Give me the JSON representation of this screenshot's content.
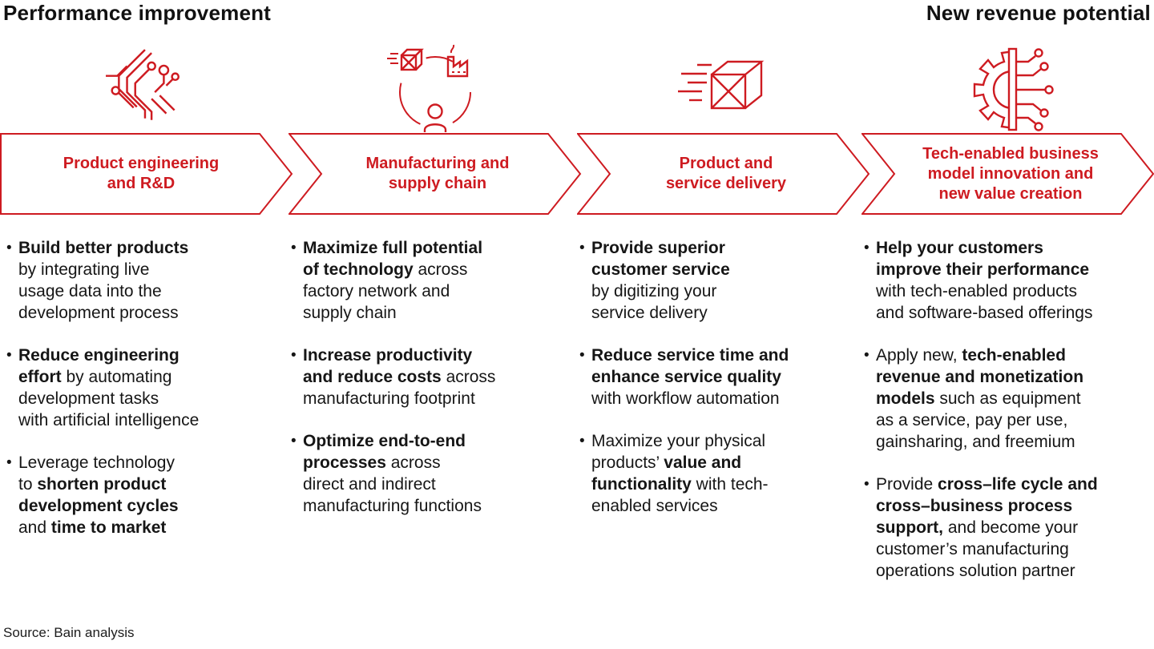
{
  "headers": {
    "left": "Performance improvement",
    "right": "New revenue potential"
  },
  "source": "Source: Bain analysis",
  "colors": {
    "accent_red": "#ce1b21",
    "text": "#161616",
    "background": "#ffffff"
  },
  "stages": [
    {
      "icon": "circuit-board-icon",
      "label": "Product engineering\nand R&D",
      "bullets": [
        [
          {
            "t": "Build better products",
            "b": true
          },
          {
            "t": "\nby integrating live\nusage data into the\ndevelopment process",
            "b": false
          }
        ],
        [
          {
            "t": "Reduce engineering\neffort",
            "b": true
          },
          {
            "t": " by automating\ndevelopment tasks\nwith artificial intelligence",
            "b": false
          }
        ],
        [
          {
            "t": "Leverage technology\nto ",
            "b": false
          },
          {
            "t": "shorten product\ndevelopment cycles",
            "b": true
          },
          {
            "t": "\nand ",
            "b": false
          },
          {
            "t": "time to market",
            "b": true
          }
        ]
      ]
    },
    {
      "icon": "supply-chain-network-icon",
      "label": "Manufacturing and\nsupply chain",
      "bullets": [
        [
          {
            "t": "Maximize full potential\nof technology",
            "b": true
          },
          {
            "t": " across\nfactory network and\nsupply chain",
            "b": false
          }
        ],
        [
          {
            "t": "Increase productivity\nand reduce costs",
            "b": true
          },
          {
            "t": " across\nmanufacturing footprint",
            "b": false
          }
        ],
        [
          {
            "t": "Optimize end-to-end\nprocesses",
            "b": true
          },
          {
            "t": " across\ndirect and indirect\nmanufacturing functions",
            "b": false
          }
        ]
      ]
    },
    {
      "icon": "speeding-package-icon",
      "label": "Product and\nservice delivery",
      "bullets": [
        [
          {
            "t": "Provide superior\ncustomer service",
            "b": true
          },
          {
            "t": "\nby digitizing your\nservice delivery",
            "b": false
          }
        ],
        [
          {
            "t": "Reduce service time and\nenhance service quality",
            "b": true
          },
          {
            "t": "\nwith workflow automation",
            "b": false
          }
        ],
        [
          {
            "t": "Maximize your physical\nproducts’ ",
            "b": false
          },
          {
            "t": "value and\nfunctionality",
            "b": true
          },
          {
            "t": " with tech-\nenabled services",
            "b": false
          }
        ]
      ]
    },
    {
      "icon": "gear-circuit-icon",
      "label": "Tech-enabled business\nmodel innovation and\nnew value creation",
      "bullets": [
        [
          {
            "t": "Help your customers\nimprove their performance",
            "b": true
          },
          {
            "t": "\nwith tech-enabled products\nand software-based offerings",
            "b": false
          }
        ],
        [
          {
            "t": "Apply new, ",
            "b": false
          },
          {
            "t": "tech-enabled\nrevenue and monetization\nmodels",
            "b": true
          },
          {
            "t": " such as equipment\nas a service, pay per use,\ngainsharing, and freemium",
            "b": false
          }
        ],
        [
          {
            "t": "Provide ",
            "b": false
          },
          {
            "t": "cross–life cycle and\ncross–business process\nsupport,",
            "b": true
          },
          {
            "t": " and become your\ncustomer’s manufacturing\noperations solution partner",
            "b": false
          }
        ]
      ]
    }
  ]
}
